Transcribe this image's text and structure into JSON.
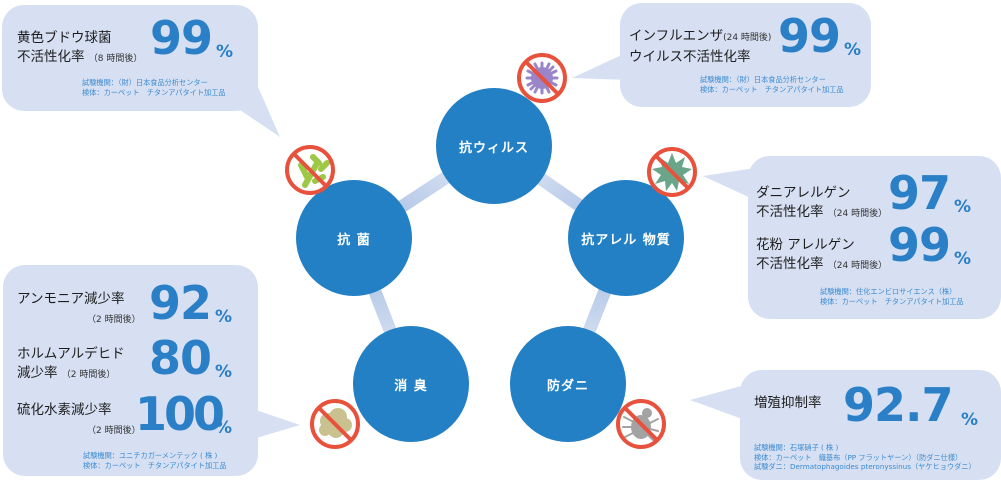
{
  "colors": {
    "bubble": "#d6e0f2",
    "accent": "#2a7fc6",
    "circle": "#2380c4",
    "prohibit": "#e8513c",
    "note": "#3b8ad2"
  },
  "nodes": [
    {
      "label": "抗ウィルス"
    },
    {
      "label": "抗 菌"
    },
    {
      "label": "抗アレル 物質"
    },
    {
      "label": "消 臭"
    },
    {
      "label": "防ダニ"
    }
  ],
  "icons": {
    "virus": "virus-prohibited-icon",
    "bacteria": "bacteria-prohibited-icon",
    "allergen": "allergen-prohibited-icon",
    "odor": "odor-prohibited-icon",
    "mite": "mite-prohibited-icon"
  },
  "bubbles": {
    "antibacterial": {
      "label_line1": "黄色ブドウ球菌",
      "label_line2": "不活性化率",
      "label_sub": "（8 時間後）",
      "value": "99",
      "unit": "%",
      "notes": [
        "試験機関：（財）日本食品分析センター",
        "検体：カーペット　チタンアパタイト加工品"
      ]
    },
    "antivirus": {
      "label_line1": "インフルエンザ",
      "label_sub": "(24 時間後)",
      "label_line2": "ウイルス不活性化率",
      "value": "99",
      "unit": "%",
      "notes": [
        "試験機関：（財）日本食品分析センター",
        "検体：カーペット　チタンアパタイト加工品"
      ]
    },
    "antiallergen": {
      "items": [
        {
          "label_line1": "ダニアレルゲン",
          "label_line2": "不活性化率",
          "label_sub": "（24 時間後）",
          "value": "97",
          "unit": "%"
        },
        {
          "label_line1": "花粉 アレルゲン",
          "label_line2": "不活性化率",
          "label_sub": "（24 時間後）",
          "value": "99",
          "unit": "%"
        }
      ],
      "notes": [
        "試験機関：住化エンビロサイエンス（株）",
        "検体：カーペット　チタンアパタイト加工品"
      ]
    },
    "deodorant": {
      "items": [
        {
          "label_line1": "アンモニア減少率",
          "label_sub": "（2 時間後）",
          "value": "92",
          "unit": "%"
        },
        {
          "label_line1": "ホルムアルデヒド",
          "label_line2": "減少率",
          "label_sub": "（2 時間後）",
          "value": "80",
          "unit": "%"
        },
        {
          "label_line1": "硫化水素減少率",
          "label_sub": "（2 時間後）",
          "value": "100",
          "unit": "%"
        }
      ],
      "notes": [
        "試験機関：ユニチカガーメンテック ( 株 )",
        "検体：カーペット　チタンアパタイト加工品"
      ]
    },
    "antimite": {
      "label": "増殖抑制率",
      "value": "92.7",
      "unit": "%",
      "notes": [
        "試験機関：石塚硝子 ( 株 )",
        "検体：カーペット　織基布（PP フラットヤーン）（防ダニ仕様）",
        "試験ダニ：Dermatophagoides pteronyssinus（ヤケヒョウダニ）"
      ]
    }
  }
}
